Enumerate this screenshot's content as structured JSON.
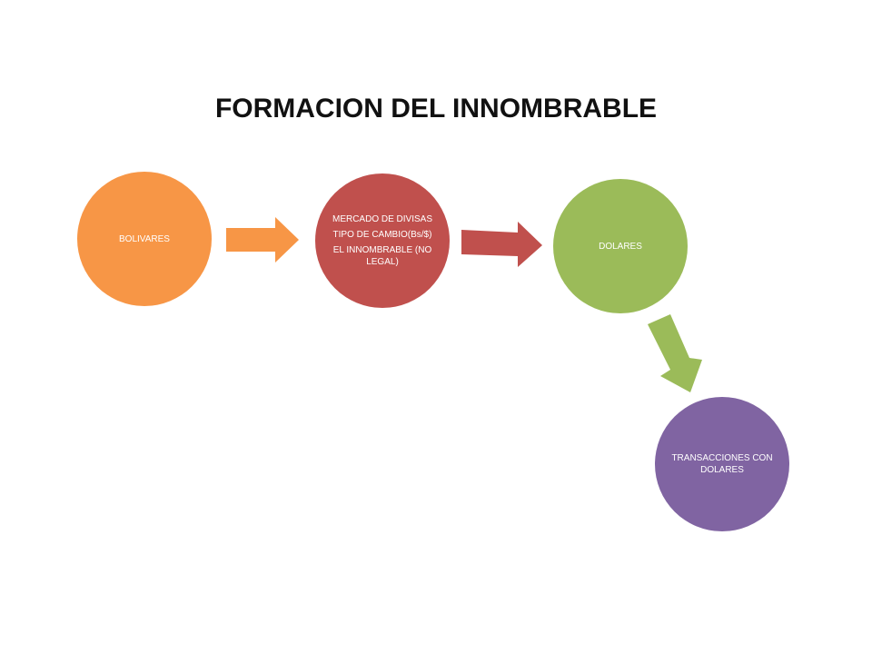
{
  "title": "FORMACION DEL INNOMBRABLE",
  "colors": {
    "orange": "#F79646",
    "red": "#C0504D",
    "green": "#9BBB59",
    "purple": "#8064A2"
  },
  "nodes": {
    "bolivares": {
      "label": "BOLIVARES"
    },
    "mercado": {
      "lines": [
        "MERCADO DE DIVISAS",
        "TIPO DE CAMBIO(Bs/$)",
        "EL INNOMBRABLE (NO LEGAL)"
      ]
    },
    "dolares": {
      "label": "DOLARES"
    },
    "transacciones": {
      "label": "TRANSACCIONES CON DOLARES"
    }
  }
}
